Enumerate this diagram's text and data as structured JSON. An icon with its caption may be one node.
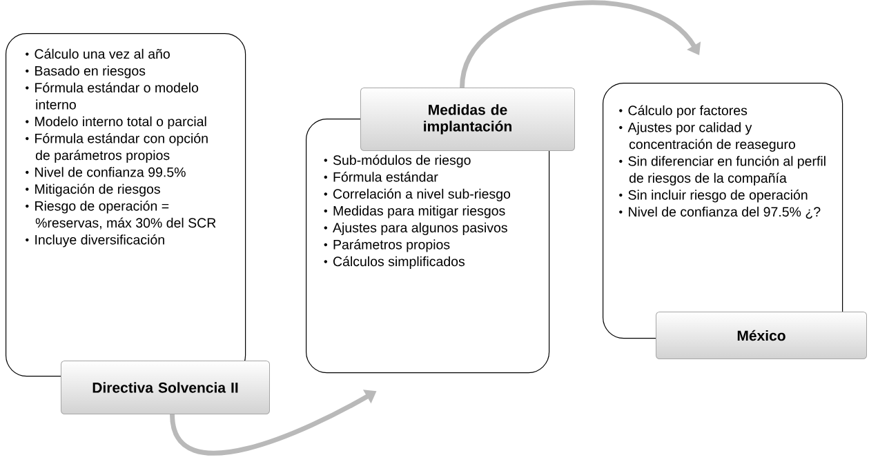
{
  "diagram": {
    "nodes": [
      {
        "text": [
          "Cálculo una vez al año",
          "Basado en riesgos",
          "Fórmula estándar o modelo interno",
          "Modelo interno total o parcial",
          "Fórmula estándar con opción de parámetros propios",
          "Nivel de confianza 99.5%",
          "Mitigación de riesgos",
          "Riesgo de operación = %reservas, máx 30% del SCR",
          "Incluye diversificación"
        ]
      },
      {
        "text": [
          "Directiva Solvencia  II"
        ]
      },
      {
        "text": [
          "Sub-módulos de riesgo",
          "Fórmula estándar",
          "Correlación a nivel sub-riesgo",
          "Medidas para mitigar riesgos",
          "Ajustes para algunos pasivos",
          "Parámetros propios",
          "Cálculos simplificados"
        ]
      },
      {
        "text": [
          "Medidas de implantación"
        ]
      },
      {
        "text": [
          "Cálculo por factores",
          "Ajustes por calidad y concentración de reaseguro",
          "Sin diferenciar en función al perfil de riesgos de la compañía",
          "Sin incluir riesgo de operación",
          "Nivel de confianza del 97.5% ¿?"
        ]
      },
      {
        "text": [
          "México"
        ]
      }
    ],
    "edges": [
      {
        "from": 1,
        "to": 2,
        "arrow": "to"
      },
      {
        "from": 3,
        "to": 4,
        "arrow": "to"
      }
    ]
  }
}
